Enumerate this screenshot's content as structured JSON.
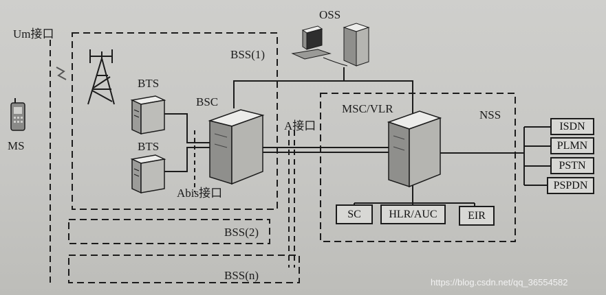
{
  "labels": {
    "um": "Um接口",
    "oss": "OSS",
    "bss1": "BSS(1)",
    "bts_top": "BTS",
    "bts_bottom": "BTS",
    "bsc": "BSC",
    "ms": "MS",
    "abis": "Abis接口",
    "a": "A接口",
    "msc": "MSC/VLR",
    "nss": "NSS",
    "bss2": "BSS(2)",
    "bssn": "BSS(n)"
  },
  "nss_units": [
    "SC",
    "HLR/AUC",
    "EIR"
  ],
  "networks": [
    "ISDN",
    "PLMN",
    "PSTN",
    "PSPDN"
  ],
  "watermark": "https://blog.csdn.net/qq_36554582",
  "colors": {
    "line": "#1b1b1b",
    "background": "#c9c9c6"
  }
}
